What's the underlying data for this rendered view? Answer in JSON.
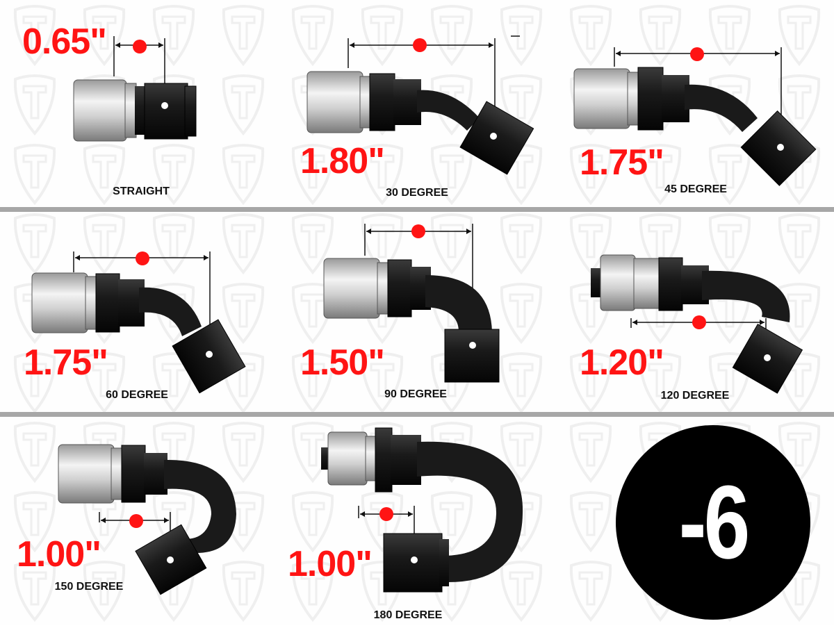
{
  "page": {
    "background": "#fefefe",
    "divider_color": "#a7a7a7"
  },
  "colors": {
    "measurement": "#ff1414",
    "marker": "#ff1414",
    "hose": "#111111",
    "socket_steel": "#c8c8c8",
    "label": "#111111"
  },
  "watermark": {
    "icon": "t-shield-logo-icon"
  },
  "fittings": [
    {
      "id": "straight",
      "label": "STRAIGHT",
      "measurement": "0.65\""
    },
    {
      "id": "30",
      "label": "30 DEGREE",
      "measurement": "1.80\""
    },
    {
      "id": "45",
      "label": "45 DEGREE",
      "measurement": "1.75\""
    },
    {
      "id": "60",
      "label": "60 DEGREE",
      "measurement": "1.75\""
    },
    {
      "id": "90",
      "label": "90 DEGREE",
      "measurement": "1.50\""
    },
    {
      "id": "120",
      "label": "120 DEGREE",
      "measurement": "1.20\""
    },
    {
      "id": "150",
      "label": "150 DEGREE",
      "measurement": "1.00\""
    },
    {
      "id": "180",
      "label": "180 DEGREE",
      "measurement": "1.00\""
    }
  ],
  "size_badge": {
    "text": "-6",
    "background": "#000000",
    "color": "#ffffff"
  }
}
